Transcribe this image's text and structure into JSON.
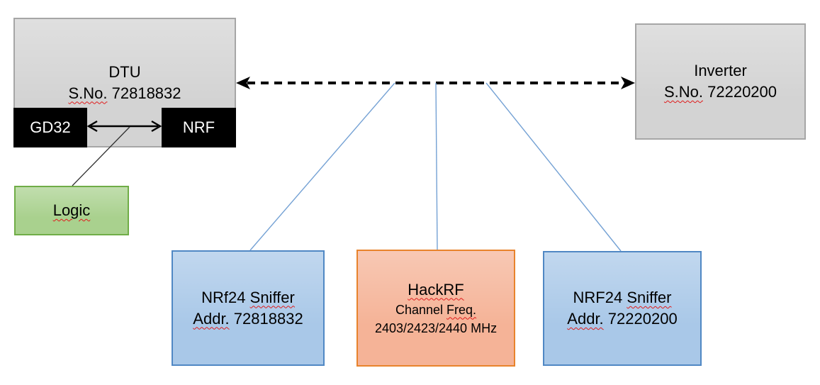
{
  "colors": {
    "canvas_bg": "#FFFFFF",
    "gray_fill": "#D3D3D3",
    "gray_border": "#A6A6A6",
    "black_fill": "#000000",
    "black_text": "#FFFFFF",
    "green_fill": "#A9D18E",
    "green_border": "#70AD47",
    "blue_fill": "#A9C8E8",
    "blue_border": "#5088C4",
    "orange_fill": "#F5B397",
    "orange_border": "#E8832C",
    "connector_blue": "#74A1D4",
    "line_black": "#000000",
    "misspell_red": "#E01B1B",
    "text_color": "#000000"
  },
  "dtu_box": {
    "title": "DTU",
    "serial_label": "S.No.",
    "serial_value": "72818832",
    "gd32_label": "GD32",
    "nrf_label": "NRF"
  },
  "logic_box": {
    "label": "Logic"
  },
  "inverter_box": {
    "title": "Inverter",
    "serial_label": "S.No.",
    "serial_value": "72220200"
  },
  "sniffer_left_box": {
    "name_prefix": "NRf24",
    "name_suffix": "Sniffer",
    "addr_label": "Addr.",
    "addr_value": "72818832"
  },
  "hackrf_box": {
    "title": "HackRF",
    "channel_label_prefix": "Channel",
    "channel_label_suffix": "Freq.",
    "frequencies": "2403/2423/2440 MHz"
  },
  "sniffer_right_box": {
    "name_prefix": "NRF24",
    "name_suffix": "Sniffer",
    "addr_label": "Addr.",
    "addr_value": "72220200"
  }
}
